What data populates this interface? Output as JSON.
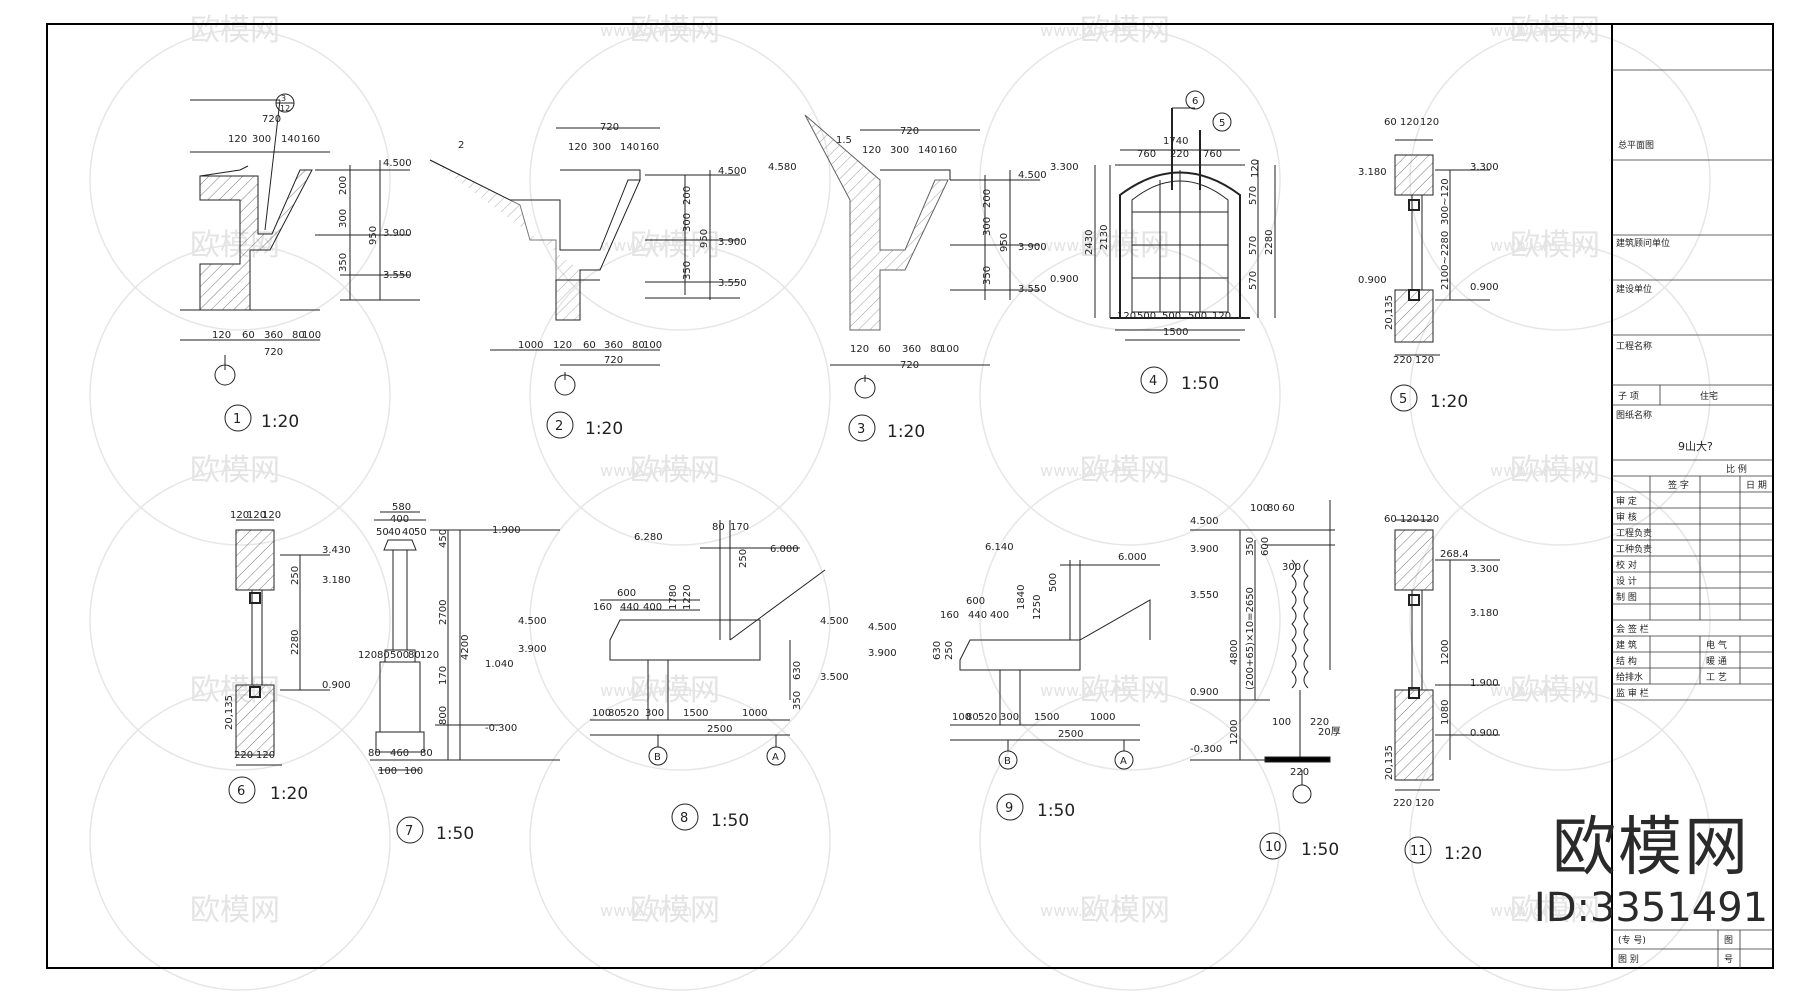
{
  "watermarks": {
    "brand_text": "欧模网",
    "url_text": "www.om.cn"
  },
  "brand": {
    "name": "欧模网",
    "id": "ID:3351491"
  },
  "details": [
    {
      "num": "1",
      "scale": "1:20"
    },
    {
      "num": "2",
      "scale": "1:20"
    },
    {
      "num": "3",
      "scale": "1:20"
    },
    {
      "num": "4",
      "scale": "1:50"
    },
    {
      "num": "5",
      "scale": "1:20"
    },
    {
      "num": "6",
      "scale": "1:20"
    },
    {
      "num": "7",
      "scale": "1:50"
    },
    {
      "num": "8",
      "scale": "1:50"
    },
    {
      "num": "9",
      "scale": "1:50"
    },
    {
      "num": "10",
      "scale": "1:50"
    },
    {
      "num": "11",
      "scale": "1:20"
    }
  ],
  "callouts": {
    "d1_top": "3",
    "d1_bottom": "12",
    "d2_tag": "2",
    "d3_tag": "1.5",
    "d4_a": "6",
    "d4_b": "5",
    "grid_b": "B",
    "grid_a": "A"
  },
  "dims": {
    "d1": {
      "w720": "720",
      "top": [
        "120",
        "300",
        "140",
        "160"
      ],
      "bot": [
        "120",
        "60",
        "360",
        "80",
        "100"
      ],
      "bot720": "720",
      "v": [
        "200",
        "300",
        "950",
        "350"
      ],
      "lv": [
        "4.500",
        "3.900",
        "3.550"
      ]
    },
    "d2": {
      "w720": "720",
      "top": [
        "120",
        "300",
        "140",
        "160"
      ],
      "bot": [
        "1000",
        "120",
        "60",
        "360",
        "80",
        "100"
      ],
      "bot720": "720",
      "v": [
        "200",
        "300",
        "950",
        "350"
      ],
      "lv": [
        "4.500",
        "3.900",
        "3.550"
      ]
    },
    "d3": {
      "w720": "720",
      "top": [
        "120",
        "300",
        "140",
        "160"
      ],
      "bot": [
        "120",
        "60",
        "360",
        "80",
        "100"
      ],
      "bot720": "720",
      "v": [
        "200",
        "300",
        "950",
        "350"
      ],
      "lv": [
        "4.580",
        "4.500",
        "3.900",
        "3.550"
      ]
    },
    "d4": {
      "top": "1740",
      "top3": [
        "760",
        "220",
        "760"
      ],
      "bot": [
        "120",
        "500",
        "500",
        "500",
        "120"
      ],
      "bot_total": "1500",
      "v_left": [
        "2430",
        "2130"
      ],
      "v_right": [
        "120",
        "570",
        "570",
        "570",
        "2280"
      ],
      "lv": [
        "3.300",
        "0.900"
      ]
    },
    "d5": {
      "top": [
        "60",
        "120",
        "120"
      ],
      "bot": [
        "220",
        "120"
      ],
      "v": [
        "300~120",
        "2100~2280",
        "20,135"
      ],
      "lv": [
        "3.180",
        "3.300",
        "0.900",
        "0.900"
      ]
    },
    "d6": {
      "top": [
        "120",
        "120",
        "120"
      ],
      "bot": [
        "220",
        "120"
      ],
      "v": [
        "250",
        "2280",
        "20,135"
      ],
      "lv": [
        "3.430",
        "3.180",
        "0.900"
      ]
    },
    "d7": {
      "top": "580",
      "top2": "400",
      "top3": [
        "50",
        "40",
        "40",
        "50"
      ],
      "mid": [
        "120",
        "80",
        "500",
        "80",
        "120"
      ],
      "bot": [
        "80",
        "460",
        "80"
      ],
      "bot2": [
        "100",
        "100"
      ],
      "v": [
        "450",
        "2700",
        "4200",
        "170",
        "800"
      ],
      "lv": [
        "1.900",
        "1.040",
        "-0.300"
      ]
    },
    "d8": {
      "dims": [
        "600",
        "160",
        "440",
        "400",
        "80",
        "170",
        "1780",
        "1220",
        "250",
        "100",
        "80",
        "520",
        "300",
        "1500",
        "1000",
        "2500",
        "630",
        "350"
      ],
      "lv": [
        "6.280",
        "6.000",
        "4.500",
        "4.500",
        "3.900",
        "3.500"
      ]
    },
    "d9": {
      "dims": [
        "600",
        "160",
        "440",
        "400",
        "1840",
        "1250",
        "500",
        "100",
        "80",
        "520",
        "300",
        "1500",
        "1000",
        "2500",
        "630",
        "250"
      ],
      "lv": [
        "6.140",
        "6.000",
        "4.500",
        "3.900"
      ]
    },
    "d10": {
      "top": [
        "100",
        "80",
        "60"
      ],
      "v": [
        "4800",
        "(200+65)×10=2650",
        "1200",
        "350",
        "600"
      ],
      "bot": "220",
      "misc": [
        "300",
        "100",
        "220",
        "20厚"
      ],
      "lv": [
        "4.500",
        "3.900",
        "3.550",
        "0.900",
        "-0.300"
      ]
    },
    "d11": {
      "top": [
        "60",
        "120",
        "120"
      ],
      "bot": [
        "220",
        "120"
      ],
      "misc": "268.4",
      "v": [
        "1200",
        "1080",
        "20,135"
      ],
      "lv": [
        "3.300",
        "3.180",
        "1.900",
        "0.900"
      ]
    }
  },
  "title_block": {
    "general_plan": "总平面图",
    "design_unit": "建筑顾问单位",
    "client": "建设单位",
    "project": "工程名称",
    "sub_item_label": "子 项",
    "sub_item_value": "住宅",
    "drawing_name": "图纸名称",
    "drawing_name_value": "9山大?",
    "scale_label": "比 例",
    "sign_cols": [
      "签 字",
      "日 期"
    ],
    "roles": [
      "审 定",
      "审 核",
      "工程负责",
      "工种负责",
      "校 对",
      "设 计",
      "制 图"
    ],
    "cosign": "会 签 栏",
    "disciplines": [
      [
        "建 筑",
        "电 气"
      ],
      [
        "结 构",
        "暖 通"
      ],
      [
        "给排水",
        "工 艺"
      ]
    ],
    "supervisor": "监 审 栏",
    "footer": [
      [
        "(专 号)",
        "图"
      ],
      [
        "图 别",
        "号"
      ]
    ]
  }
}
